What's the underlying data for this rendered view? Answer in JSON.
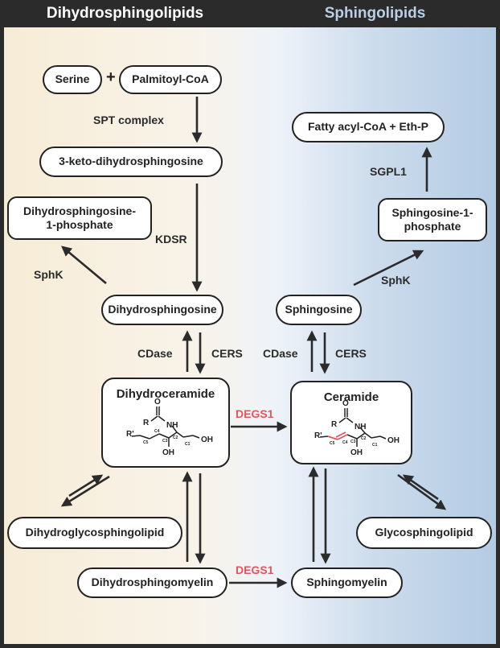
{
  "headers": {
    "left": "Dihydrosphingolipids",
    "right": "Sphingolipids"
  },
  "nodes": {
    "serine": "Serine",
    "plus": "+",
    "palmitoyl": "Palmitoyl-CoA",
    "keto": "3-keto-dihydrosphingosine",
    "dhs1p": "Dihydrosphingosine-\n1-phosphate",
    "dhs": "Dihydrosphingosine",
    "dhcer": "Dihydroceramide",
    "dhgsl": "Dihydroglycosphingolipid",
    "dhsm": "Dihydrosphingomyelin",
    "fatty": "Fatty acyl-CoA + Eth-P",
    "s1p": "Sphingosine-1-\nphosphate",
    "sph": "Sphingosine",
    "cer": "Ceramide",
    "gsl": "Glycosphingolipid",
    "sm": "Sphingomyelin"
  },
  "labels": {
    "spt": "SPT complex",
    "kdsr": "KDSR",
    "sphk_left": "SphK",
    "cdase_left": "CDase",
    "cers_left": "CERS",
    "degs1_top": "DEGS1",
    "degs1_bottom": "DEGS1",
    "sgpl1": "SGPL1",
    "sphk_right": "SphK",
    "cdase_right": "CDase",
    "cers_right": "CERS"
  },
  "structure": {
    "o": "O",
    "r": "R",
    "nh": "NH",
    "r_prime": "R'",
    "oh_side": "OH",
    "oh_bottom": "OH",
    "c1": "C1",
    "c2": "C2",
    "c3": "C3",
    "c4": "C4",
    "c5": "C5"
  },
  "colors": {
    "header_bg": "#2b2b2b",
    "left_bg": "#f7ecd6",
    "right_bg": "#b7cfe6",
    "degs1": "#e0585c",
    "double_bond": "#e0585c"
  }
}
